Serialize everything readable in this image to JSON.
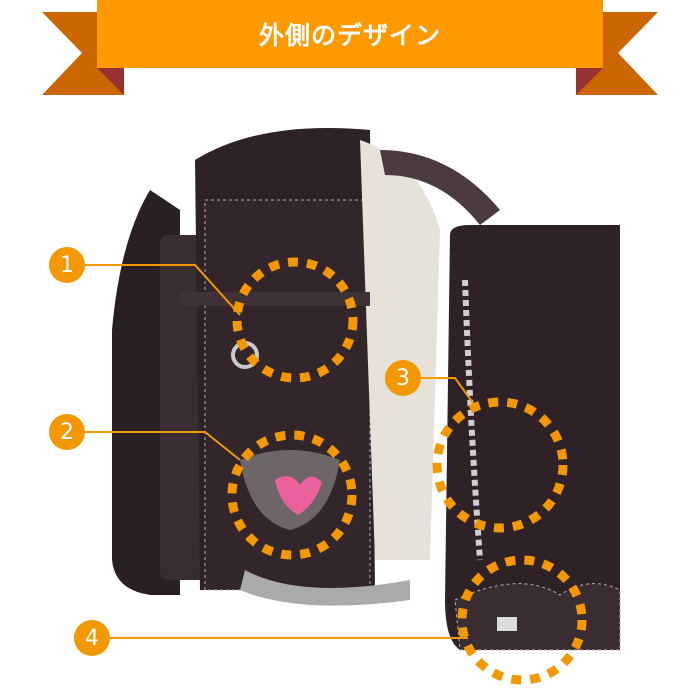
{
  "banner": {
    "title": "外側のデザイン"
  },
  "markers": [
    {
      "label": "1"
    },
    {
      "label": "2"
    },
    {
      "label": "3"
    },
    {
      "label": "4"
    }
  ],
  "colors": {
    "accent": "#ff9900",
    "ribbon_tail": "#cc6600",
    "ribbon_fold": "#993333",
    "marker": "#f39800",
    "bag": "#2e2226"
  }
}
